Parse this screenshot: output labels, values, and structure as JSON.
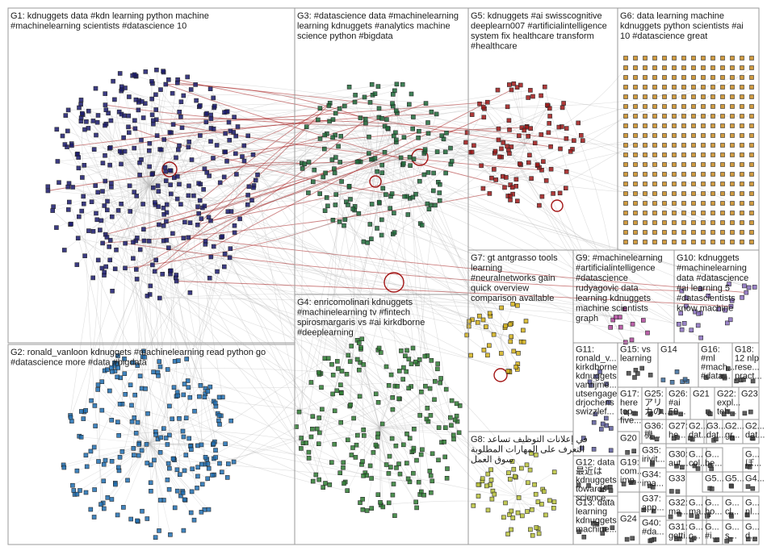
{
  "groups": [
    {
      "id": "G1",
      "lines": [
        "G1: kdnuggets data #kdn learning python machine",
        "#machinelearning scientists #datascience 10"
      ],
      "color": "#1a1a6e"
    },
    {
      "id": "G2",
      "lines": [
        "G2: ronald_vanloon kdnuggets #machinelearning read python go",
        "#datascience more #data #bigdata"
      ],
      "color": "#1e6fb3"
    },
    {
      "id": "G3",
      "lines": [
        "G3: #datascience data #machinelearning",
        "learning kdnuggets #analytics machine",
        "science python #bigdata"
      ],
      "color": "#1f6b3a"
    },
    {
      "id": "G4",
      "lines": [
        "G4: enricomolinari kdnuggets",
        "#machinelearning tv #fintech",
        "spirosmargaris vs #ai kirkdborne",
        "#deeplearning"
      ],
      "color": "#2e7d32"
    },
    {
      "id": "G5",
      "lines": [
        "G5: kdnuggets #ai swisscognitive",
        "deeplearn007 #artificialintelligence",
        "system fix healthcare transform",
        "#healthcare"
      ],
      "color": "#a01818"
    },
    {
      "id": "G6",
      "lines": [
        "G6: data learning machine",
        "kdnuggets python scientists #ai",
        "10 #datascience great"
      ],
      "color": "#c88a1e"
    },
    {
      "id": "G7",
      "lines": [
        "G7: gt antgrasso tools",
        "learning",
        "#neuralnetworks gain",
        "quick overview",
        "comparison available"
      ],
      "color": "#d4b21a"
    },
    {
      "id": "G8",
      "lines": [
        "G8: في إعلانات التوظيف تساعد",
        "التعرف على المهارات المطلوبة",
        "سوق العمل"
      ],
      "color": "#b8c23a"
    },
    {
      "id": "G9",
      "lines": [
        "G9: #machinelearning",
        "#artificialintelligence",
        "#datascience",
        "rudyagovic data",
        "learning kdnuggets",
        "machine scientists",
        "graph"
      ],
      "color": "#b0469c"
    },
    {
      "id": "G10",
      "lines": [
        "G10: kdnuggets",
        "#machinelearning",
        "data #datascience",
        "#ai learning 5",
        "#datascientists",
        "know machine"
      ],
      "color": "#8a6fc0"
    },
    {
      "id": "G11",
      "lines": [
        "G11:",
        "ronald_v...",
        "kirkdborne",
        "kdnuggets",
        "vanrijme...",
        "utsengage",
        "drjochens",
        "swizzlef..."
      ],
      "color": "#5a5a9a"
    },
    {
      "id": "G12",
      "lines": [
        "G12: data",
        "最近は",
        "kdnuggets",
        "towards",
        "science..."
      ],
      "color": "#444444"
    },
    {
      "id": "G13",
      "lines": [
        "G13: data",
        "learning",
        "kdnuggets",
        "machine..."
      ],
      "color": "#444444"
    },
    {
      "id": "G14",
      "lines": [
        "G14"
      ],
      "color": "#3a6a9a"
    },
    {
      "id": "G15",
      "lines": [
        "G15: vs",
        "learning"
      ],
      "color": "#444444"
    },
    {
      "id": "G16",
      "lines": [
        "G16:",
        "#ml",
        "#mach...",
        "#data..."
      ],
      "color": "#444444"
    },
    {
      "id": "G17",
      "lines": [
        "G17:",
        "here",
        "top",
        "five..."
      ],
      "color": "#444444"
    },
    {
      "id": "G18",
      "lines": [
        "G18:",
        "12 nlp",
        "rese...",
        "pract..."
      ],
      "color": "#444444"
    },
    {
      "id": "G19",
      "lines": [
        "G19:",
        "com...",
        "imp..."
      ],
      "color": "#444444"
    },
    {
      "id": "G20",
      "lines": [
        "G20"
      ],
      "color": "#444444"
    },
    {
      "id": "G21",
      "lines": [
        "G21"
      ],
      "color": "#444444"
    },
    {
      "id": "G22",
      "lines": [
        "G22:",
        "expl...",
        "teh..."
      ],
      "color": "#444444"
    },
    {
      "id": "G23",
      "lines": [
        "G23"
      ],
      "color": "#444444"
    },
    {
      "id": "G24",
      "lines": [
        "G24"
      ],
      "color": "#444444"
    },
    {
      "id": "G25",
      "lines": [
        "G25:",
        "アリ",
        "カの..."
      ],
      "color": "#444444"
    },
    {
      "id": "G26",
      "lines": [
        "G26:",
        "#ai",
        "50..."
      ],
      "color": "#444444"
    },
    {
      "id": "G27",
      "lines": [
        "G27:",
        "he..."
      ],
      "color": "#444444"
    },
    {
      "id": "G28",
      "lines": [
        "G2...",
        "dat..."
      ],
      "color": "#444444"
    },
    {
      "id": "G29",
      "lines": [
        "G2...",
        "gr..."
      ],
      "color": "#444444"
    },
    {
      "id": "G30",
      "lines": [
        "G30:",
        "aut..."
      ],
      "color": "#444444"
    },
    {
      "id": "G31",
      "lines": [
        "G31:",
        "getti..."
      ],
      "color": "#444444"
    },
    {
      "id": "G32",
      "lines": [
        "G32:",
        "ma..."
      ],
      "color": "#444444"
    },
    {
      "id": "G33",
      "lines": [
        "G33"
      ],
      "color": "#444444"
    },
    {
      "id": "G34",
      "lines": [
        "G34:",
        "ima..."
      ],
      "color": "#444444"
    },
    {
      "id": "G35",
      "lines": [
        "G35:",
        "irivit..."
      ],
      "color": "#444444"
    },
    {
      "id": "G36",
      "lines": [
        "G36:",
        "機..."
      ],
      "color": "#444444"
    },
    {
      "id": "G37",
      "lines": [
        "G37:",
        "app..."
      ],
      "color": "#444444"
    },
    {
      "id": "G38",
      "lines": [
        "G3...",
        "dat..."
      ],
      "color": "#444444"
    },
    {
      "id": "G39",
      "lines": [
        "G2...",
        "dat..."
      ],
      "color": "#444444"
    },
    {
      "id": "G40",
      "lines": [
        "G40:",
        "#da..."
      ],
      "color": "#444444"
    },
    {
      "id": "G41",
      "lines": [
        "G...",
        "col..."
      ],
      "color": "#444444"
    },
    {
      "id": "G42",
      "lines": [
        "G...",
        "be..."
      ],
      "color": "#444444"
    },
    {
      "id": "G43",
      "lines": [
        "G...",
        "ぼ..."
      ],
      "color": "#444444"
    },
    {
      "id": "G44",
      "lines": [
        "G5..."
      ],
      "color": "#444444"
    },
    {
      "id": "G45",
      "lines": [
        "G5..."
      ],
      "color": "#444444"
    },
    {
      "id": "G46",
      "lines": [
        "G4..."
      ],
      "color": "#444444"
    },
    {
      "id": "G47",
      "lines": [
        "G...",
        "ma..."
      ],
      "color": "#444444"
    },
    {
      "id": "G48",
      "lines": [
        "G...",
        "ho..."
      ],
      "color": "#444444"
    },
    {
      "id": "G49",
      "lines": [
        "G...",
        "cl..."
      ],
      "color": "#444444"
    },
    {
      "id": "G50",
      "lines": [
        "G...",
        "nl..."
      ],
      "color": "#444444"
    },
    {
      "id": "G51",
      "lines": [
        "G...",
        "c..."
      ],
      "color": "#444444"
    },
    {
      "id": "G52",
      "lines": [
        "G...",
        "#i..."
      ],
      "color": "#444444"
    },
    {
      "id": "G53",
      "lines": [
        "G...",
        "s..."
      ],
      "color": "#444444"
    },
    {
      "id": "G54",
      "lines": [
        "G...",
        "d..."
      ],
      "color": "#444444"
    }
  ],
  "palette": {
    "edge_gray": "#b9b9b9",
    "edge_red": "#a31616",
    "box_stroke": "#9a9a9a"
  }
}
